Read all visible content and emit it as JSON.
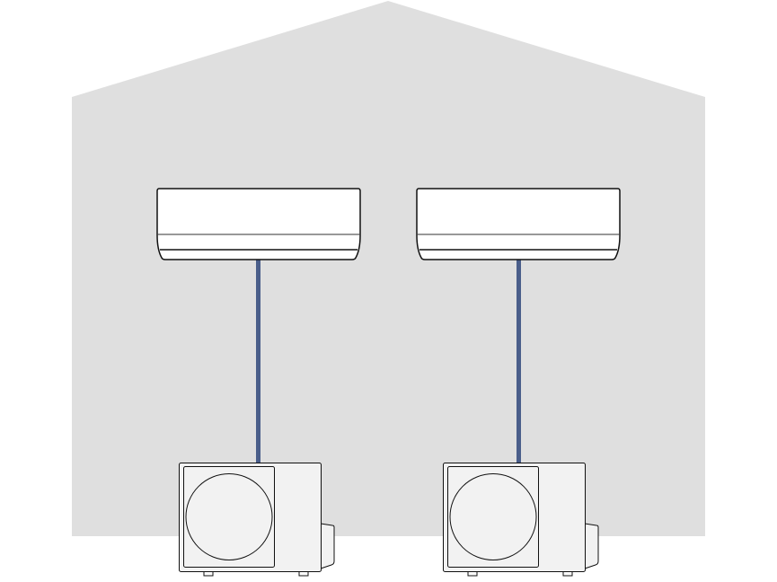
{
  "colors": {
    "house": "#dfdfdf",
    "indoor_unit": "#ffffff",
    "outdoor_unit": "#f2f2f2",
    "pipe": "#4a5e8a",
    "outline": "#111111",
    "indoor_divider": "#777777"
  },
  "systems": [
    {
      "indoor": "indoor-unit",
      "outdoor": "outdoor-unit"
    },
    {
      "indoor": "indoor-unit",
      "outdoor": "outdoor-unit"
    }
  ]
}
